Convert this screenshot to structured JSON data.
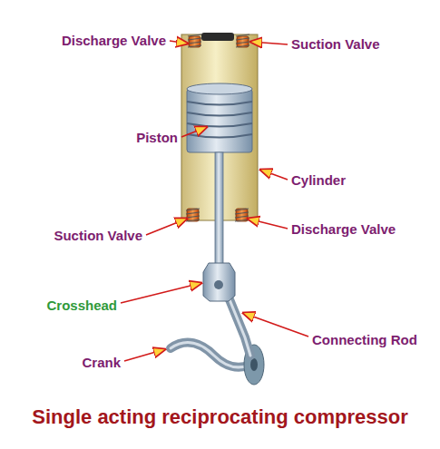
{
  "diagram": {
    "caption": "Single acting reciprocating compressor",
    "labels": [
      "Discharge Valve",
      "Suction Valve",
      "Piston",
      "Cylinder",
      "Suction Valve",
      "Discharge Valve",
      "Crosshead",
      "Connecting Rod",
      "Crank"
    ]
  }
}
